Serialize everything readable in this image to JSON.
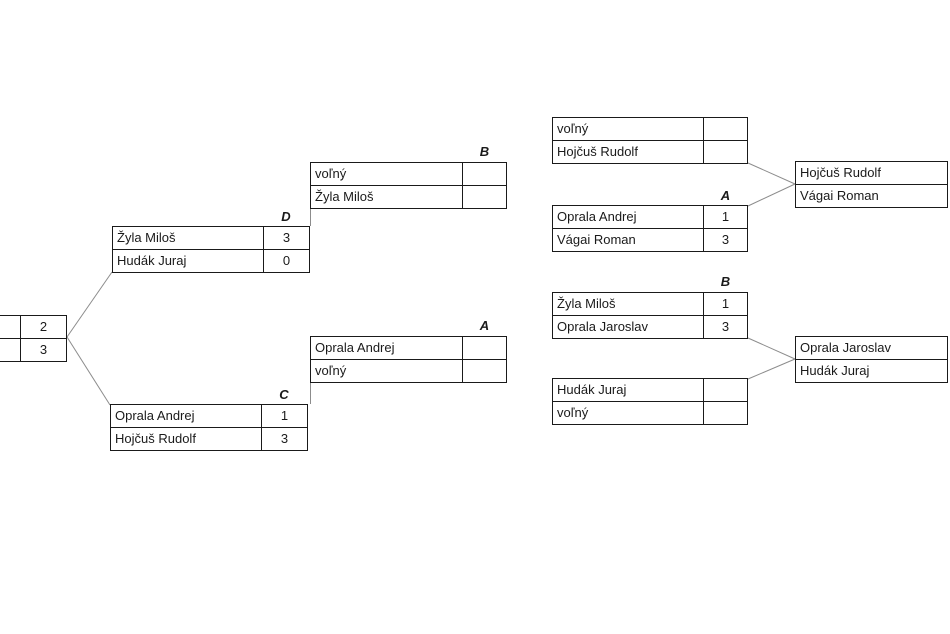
{
  "colors": {
    "border": "#1a1a1a",
    "connector": "#8c8c8c",
    "text": "#1a1a1a",
    "background": "#ffffff"
  },
  "feeder": {
    "rows": [
      {
        "score": "2"
      },
      {
        "score": "3"
      }
    ]
  },
  "matches": {
    "d": {
      "label": "D",
      "rows": [
        {
          "name": "Žyla Miloš",
          "score": "3"
        },
        {
          "name": "Hudák Juraj",
          "score": "0"
        }
      ]
    },
    "c": {
      "label": "C",
      "rows": [
        {
          "name": "Oprala Andrej",
          "score": "1"
        },
        {
          "name": "Hojčuš Rudolf",
          "score": "3"
        }
      ]
    },
    "b_semi": {
      "label": "B",
      "rows": [
        {
          "name": "voľný",
          "score": ""
        },
        {
          "name": "Žyla Miloš",
          "score": ""
        }
      ]
    },
    "a_semi": {
      "label": "A",
      "rows": [
        {
          "name": "Oprala Andrej",
          "score": ""
        },
        {
          "name": "voľný",
          "score": ""
        }
      ]
    },
    "r_top": {
      "label": "",
      "rows": [
        {
          "name": "voľný",
          "score": ""
        },
        {
          "name": "Hojčuš Rudolf",
          "score": ""
        }
      ]
    },
    "r_a": {
      "label": "A",
      "rows": [
        {
          "name": "Oprala Andrej",
          "score": "1"
        },
        {
          "name": "Vágai Roman",
          "score": "3"
        }
      ]
    },
    "r_b": {
      "label": "B",
      "rows": [
        {
          "name": "Žyla Miloš",
          "score": "1"
        },
        {
          "name": "Oprala Jaroslav",
          "score": "3"
        }
      ]
    },
    "r_bot": {
      "label": "",
      "rows": [
        {
          "name": "Hudák Juraj",
          "score": ""
        },
        {
          "name": "voľný",
          "score": ""
        }
      ]
    }
  },
  "results": {
    "final_top": {
      "rows": [
        {
          "name": "Hojčuš Rudolf"
        },
        {
          "name": "Vágai Roman"
        }
      ]
    },
    "final_bottom": {
      "rows": [
        {
          "name": "Oprala Jaroslav"
        },
        {
          "name": "Hudák Juraj"
        }
      ]
    }
  }
}
